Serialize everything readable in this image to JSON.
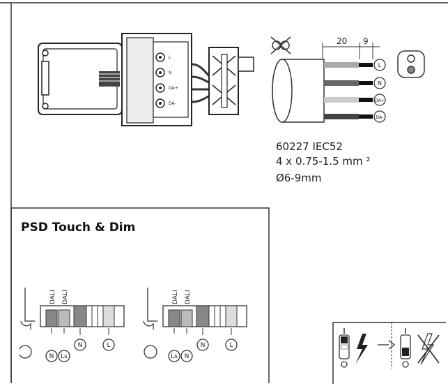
{
  "dimensions": {
    "strip_1": "20",
    "strip_2": "9"
  },
  "wires": [
    "L",
    "N",
    "DA+",
    "DA-"
  ],
  "cable_spec": {
    "type": "60227 IEC52",
    "cross_section": "4 x 0.75-1.5 mm ²",
    "diameter": "Ø6-9mm"
  },
  "panel": {
    "title": "PSD Touch & Dim",
    "dali_labels": [
      "DALI",
      "DALI"
    ],
    "left_terminals": [
      "N",
      "Ls",
      "N",
      "L"
    ],
    "right_terminals": [
      "Ls",
      "N",
      "N",
      "L"
    ]
  },
  "connector_pins": [
    "L",
    "N",
    "DA+",
    "DA-"
  ]
}
